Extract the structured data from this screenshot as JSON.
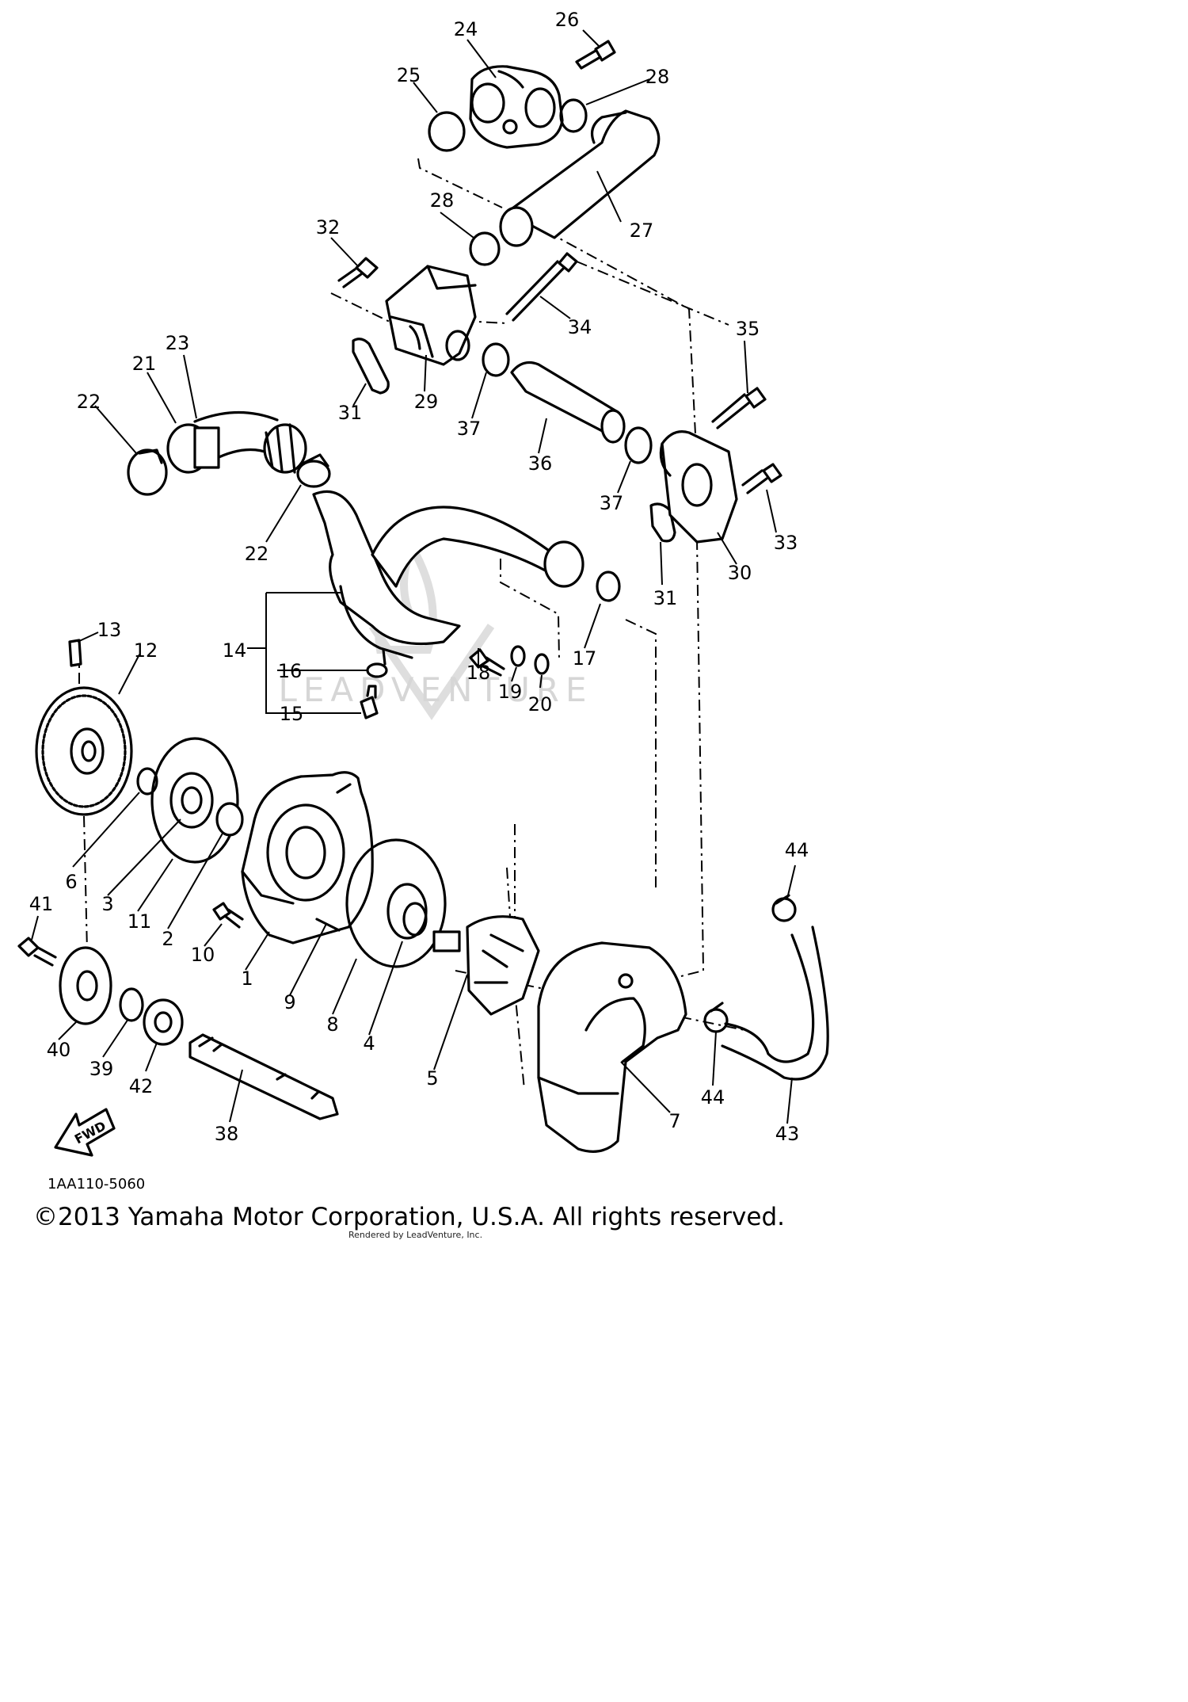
{
  "diagram": {
    "code": "1AA110-5060",
    "copyright": "©2013 Yamaha Motor Corporation, U.S.A. All rights reserved.",
    "rendered_by": "Rendered by LeadVenture, Inc.",
    "watermark": "LEADVENTURE",
    "direction_label": "FWD",
    "callouts": [
      "1",
      "2",
      "3",
      "4",
      "5",
      "6",
      "7",
      "8",
      "9",
      "10",
      "11",
      "12",
      "13",
      "14",
      "15",
      "16",
      "17",
      "18",
      "19",
      "20",
      "21",
      "22",
      "22",
      "23",
      "24",
      "25",
      "26",
      "27",
      "28",
      "28",
      "29",
      "30",
      "31",
      "31",
      "32",
      "33",
      "34",
      "35",
      "36",
      "37",
      "37",
      "38",
      "39",
      "40",
      "41",
      "42",
      "43",
      "44",
      "44"
    ]
  }
}
